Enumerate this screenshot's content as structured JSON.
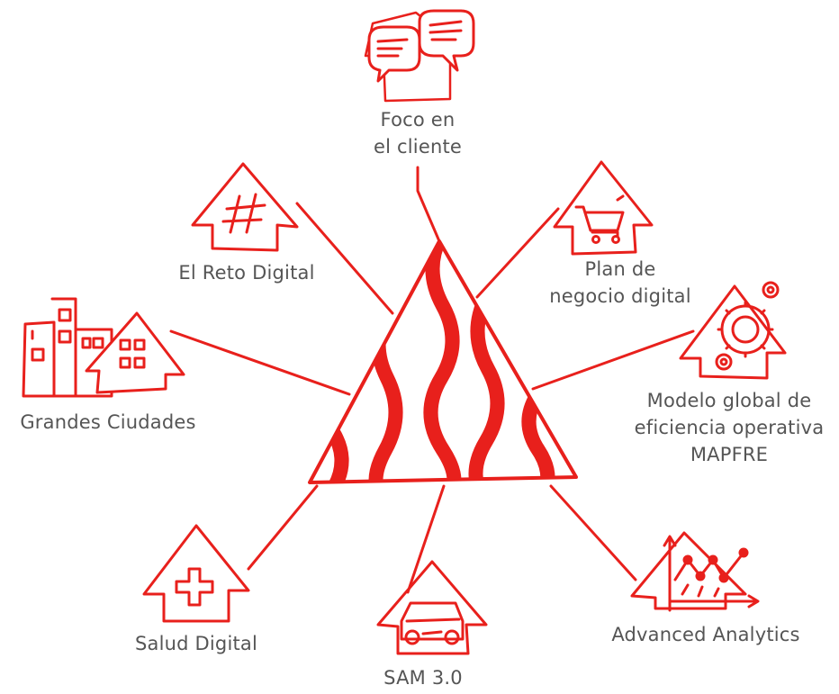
{
  "accent_color": "#e8201c",
  "text_color": "#555555",
  "center": {
    "icon": "wavy-triangle-icon"
  },
  "nodes": {
    "foco_cliente": {
      "lines": [
        "Foco en",
        "el cliente"
      ],
      "icon": "speech-bubbles-icon"
    },
    "reto_digital": {
      "lines": [
        "El Reto Digital"
      ],
      "icon": "hashtag-icon"
    },
    "plan_negocio": {
      "lines": [
        "Plan de",
        "negocio digital"
      ],
      "icon": "shopping-cart-icon"
    },
    "grandes_ciudades": {
      "lines": [
        "Grandes Ciudades"
      ],
      "icon": "city-buildings-icon"
    },
    "modelo_global": {
      "lines": [
        "Modelo global de",
        "eficiencia operativa",
        "MAPFRE"
      ],
      "icon": "gears-icon"
    },
    "salud_digital": {
      "lines": [
        "Salud Digital"
      ],
      "icon": "medical-cross-icon"
    },
    "sam": {
      "lines": [
        "SAM 3.0"
      ],
      "icon": "car-icon"
    },
    "advanced_analytics": {
      "lines": [
        "Advanced Analytics"
      ],
      "icon": "line-chart-icon"
    }
  }
}
